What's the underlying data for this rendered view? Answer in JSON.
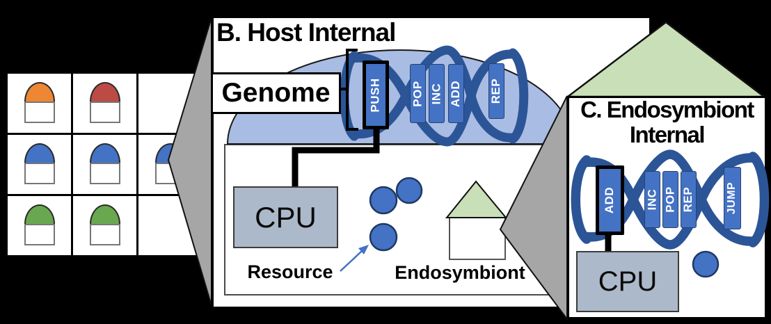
{
  "population_grid": {
    "cells": [
      "#ED8733",
      "#BC4B45",
      null,
      "#4472C4",
      "#4472C4",
      "#4472C4",
      "#6AA84F",
      "#6AA84F",
      null
    ]
  },
  "panel_b": {
    "title": "B. Host Internal",
    "genome_label": "Genome",
    "instructions": [
      "PUSH",
      "POP",
      "INC",
      "ADD",
      "REP"
    ],
    "highlighted_instruction": "PUSH",
    "cpu_label": "CPU",
    "resource_label": "Resource",
    "endosymbiont_label": "Endosymbiont"
  },
  "panel_c": {
    "title_line1": "C. Endosymbiont",
    "title_line2": "Internal",
    "instructions": [
      "ADD",
      "INC",
      "POP",
      "REP",
      "JUMP"
    ],
    "highlighted_instruction": "ADD",
    "cpu_label": "CPU"
  },
  "colors": {
    "instruction_fill": "#4472C4",
    "helix": "#2B5597",
    "host_cell_membrane": "#A9BCE3",
    "cpu_fill": "#ACB9CA",
    "endosymbiont_roof": "#C9DFB8",
    "zoom_wedge": "#A6A6A6",
    "resource_dot": "#4472C4",
    "organism_orange": "#ED8733",
    "organism_red": "#BC4B45",
    "organism_blue": "#4472C4",
    "organism_green": "#6AA84F"
  }
}
